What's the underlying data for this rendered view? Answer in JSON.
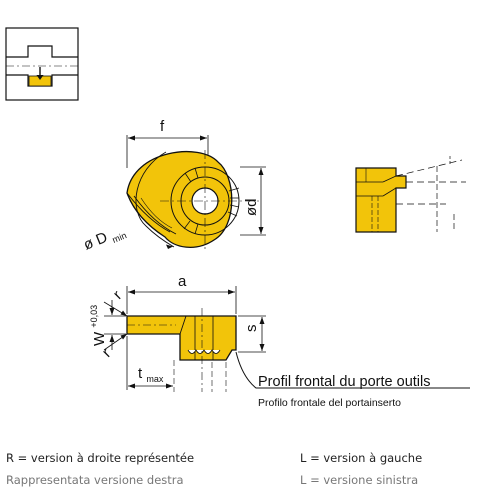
{
  "colors": {
    "insert_fill": "#f2c40a",
    "line": "#111111",
    "background": "#ffffff"
  },
  "icons": [
    "face-grooving-symbol-icon",
    "arrow-down-icon"
  ],
  "top_view": {
    "dim_f": "f",
    "dim_d": "ød",
    "dim_D_main": "ø D",
    "dim_D_sub": "min"
  },
  "side_view": {
    "dim_a": "a",
    "dim_s": "s",
    "dim_r_top": "r",
    "dim_r_bottom": "r",
    "dim_w": "W",
    "dim_w_tol": "+0,03",
    "dim_t_main": "t",
    "dim_t_sub": "max"
  },
  "profile_label": {
    "title": "Profil frontal du porte outils",
    "subtitle": "Profilo frontale del portainserto"
  },
  "legend": {
    "right_version": "R = version à droite représentée",
    "left_version": "L = version à gauche",
    "right_version_cut": "Rappresentata versione destra",
    "left_version_cut": "L = versione sinistra"
  }
}
